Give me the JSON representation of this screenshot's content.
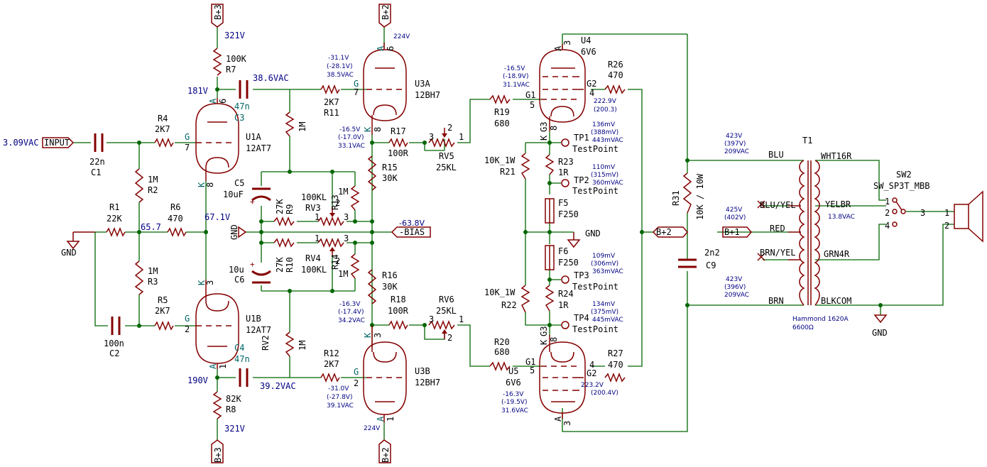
{
  "input": {
    "label": "INPUT",
    "vac": "3.09VAC"
  },
  "c1": {
    "ref": "C1",
    "value": "22n"
  },
  "c2": {
    "ref": "C2",
    "value": "100n"
  },
  "c3": {
    "ref": "C3",
    "value": "47n",
    "vac": "38.6VAC"
  },
  "c4": {
    "ref": "C4",
    "value": "47n",
    "vac": "39.2VAC"
  },
  "c5": {
    "ref": "C5",
    "value": "10uF"
  },
  "c6": {
    "ref": "C6",
    "value": "10u"
  },
  "c9": {
    "ref": "C9",
    "value": "2n2"
  },
  "r1": {
    "ref": "R1",
    "value": "22K"
  },
  "r2": {
    "ref": "R2",
    "value": "1M"
  },
  "r3": {
    "ref": "R3",
    "value": "1M"
  },
  "r4": {
    "ref": "R4",
    "value": "2K7"
  },
  "r5": {
    "ref": "R5",
    "value": "2K7"
  },
  "r6": {
    "ref": "R6",
    "value": "470"
  },
  "r7": {
    "ref": "R7",
    "value": "100K"
  },
  "r8": {
    "ref": "R8",
    "value": "82K"
  },
  "r9": {
    "ref": "R9",
    "value": "27K"
  },
  "r10": {
    "ref": "R10",
    "value": "27K"
  },
  "r11": {
    "ref": "R11",
    "value": "2K7"
  },
  "r12": {
    "ref": "R12",
    "value": "2K7"
  },
  "r13": {
    "ref": "R13",
    "value": "1M"
  },
  "r14": {
    "ref": "R14",
    "value": "1M"
  },
  "r15": {
    "ref": "R15",
    "value": "30K"
  },
  "r16": {
    "ref": "R16",
    "value": "30K"
  },
  "r17": {
    "ref": "R17",
    "value": "100R"
  },
  "r18": {
    "ref": "R18",
    "value": "100R"
  },
  "r19": {
    "ref": "R19",
    "value": "680"
  },
  "r20": {
    "ref": "R20",
    "value": "680"
  },
  "r21": {
    "ref": "R21",
    "value": "10K_1W"
  },
  "r22": {
    "ref": "R22",
    "value": "10K_1W"
  },
  "r23": {
    "ref": "R23",
    "value": "1R"
  },
  "r24": {
    "ref": "R24",
    "value": "1R"
  },
  "r26": {
    "ref": "R26",
    "value": "470"
  },
  "r27": {
    "ref": "R27",
    "value": "470"
  },
  "r31": {
    "ref": "R31",
    "value": "10K / 10W"
  },
  "grid_r_upper": {
    "value": "1M"
  },
  "grid_r_lower": {
    "value": "1M"
  },
  "rv2": {
    "ref": "RV2"
  },
  "rv3": {
    "ref": "RV3",
    "value": "100KL"
  },
  "rv4": {
    "ref": "RV4",
    "value": "100KL"
  },
  "rv5": {
    "ref": "RV5",
    "value": "25KL"
  },
  "rv6": {
    "ref": "RV6",
    "value": "25KL"
  },
  "f5": {
    "ref": "F5",
    "value": "F250"
  },
  "f6": {
    "ref": "F6",
    "value": "F250"
  },
  "u1a": {
    "ref": "U1A",
    "value": "12AT7",
    "plate_v": "181V",
    "cathode_v": "67.1V"
  },
  "u1b": {
    "ref": "U1B",
    "value": "12AT7",
    "plate_v": "190V"
  },
  "u3a": {
    "ref": "U3A",
    "value": "12BH7",
    "plate_v": "224V",
    "grid_v1": "-31.1V",
    "grid_v2": "(-28.1V)",
    "grid_vac": "38.5VAC",
    "cath_v1": "-16.5V",
    "cath_v2": "(-17.0V)",
    "cath_vac": "33.1VAC"
  },
  "u3b": {
    "ref": "U3B",
    "value": "12BH7",
    "plate_v": "224V",
    "grid_v1": "-31.0V",
    "grid_v2": "(-27.8V)",
    "grid_vac": "39.1VAC",
    "cath_v1": "-16.3V",
    "cath_v2": "(-17.4V)",
    "cath_vac": "34.2VAC"
  },
  "u4": {
    "ref": "U4",
    "value": "6V6",
    "g1_v1": "-16.5V",
    "g1_v2": "(-18.9V)",
    "g1_vac": "31.1VAC",
    "g2_v1": "222.9V",
    "g2_v2": "(200.3)"
  },
  "u5": {
    "ref": "U5",
    "value": "6V6",
    "g1_v1": "-16.3V",
    "g1_v2": "(-19.5V)",
    "g1_vac": "31.6VAC",
    "g2_v1": "223.2V",
    "g2_v2": "(200.4V)"
  },
  "tp1": {
    "ref": "TP1",
    "value": "TestPoint",
    "m1": "136mV",
    "m2": "(388mV)",
    "m3": "443mVAC"
  },
  "tp2": {
    "ref": "TP2",
    "value": "TestPoint",
    "m1": "110mV",
    "m2": "(315mV)",
    "m3": "360mVAC"
  },
  "tp3": {
    "ref": "TP3",
    "value": "TestPoint",
    "m1": "109mV",
    "m2": "(306mV)",
    "m3": "363mVAC"
  },
  "tp4": {
    "ref": "TP4",
    "value": "TestPoint",
    "m1": "134mV",
    "m2": "(375mV)",
    "m3": "445mVAC"
  },
  "nets": {
    "b3": "B+3",
    "b2": "B+2",
    "b1": "B+1",
    "bias": "-BIAS",
    "bias_v": "-63.8V",
    "gnd": "GND",
    "v321": "321V",
    "v65": "65.7"
  },
  "t1": {
    "ref": "T1",
    "name": "Hammond 1620A",
    "impedance": "6600Ω",
    "blu": "BLU",
    "blu_v1": "423V",
    "blu_v2": "(397V)",
    "blu_vac": "209VAC",
    "bluyel": "BLU/YEL",
    "ct_v1": "425V",
    "ct_v2": "(402V)",
    "red": "RED",
    "brnyel": "BRN/YEL",
    "brn": "BRN",
    "brn_v1": "423V",
    "brn_v2": "(396V)",
    "brn_vac": "209VAC",
    "wht": "WHT16R",
    "yel": "YELBR",
    "sec_vac": "13.8VAC",
    "grn": "GRN4R",
    "blk": "BLKCOM"
  },
  "sw2": {
    "ref": "SW2",
    "value": "SW_SP3T_MBB"
  },
  "pins": {
    "u1a_g": "G",
    "u1a_gn": "7",
    "u1a_a": "A",
    "u1a_an": "6",
    "u1a_k": "K",
    "u1a_kn": "8",
    "u1b_g": "G",
    "u1b_gn": "2",
    "u1b_a": "A",
    "u1b_an": "1",
    "u1b_k": "K",
    "u1b_kn": "3",
    "u3a_g": "G",
    "u3a_gn": "7",
    "u3a_a": "A",
    "u3a_an": "6",
    "u3a_k": "K",
    "u3a_kn": "8",
    "u3b_g": "G",
    "u3b_gn": "2",
    "u3b_a": "A",
    "u3b_an": "1",
    "u3b_k": "K",
    "u3b_kn": "3",
    "u4_g1": "G1",
    "u4_g1n": "5",
    "u4_g2": "G2",
    "u4_g2n": "4",
    "u4_a": "A",
    "u4_an": "3",
    "u4_g3": "G3",
    "u4_k": "K",
    "u4_kn": "8",
    "u5_g1": "G1",
    "u5_g1n": "5",
    "u5_g2": "G2",
    "u5_g2n": "4",
    "u5_a": "A",
    "u5_an": "3",
    "u5_g3": "G3",
    "u5_k": "K",
    "u5_kn": "8",
    "sw_1": "1",
    "sw_2": "2",
    "sw_3": "3",
    "sw_4": "4",
    "spk_1": "1",
    "spk_2": "2",
    "rv_1": "1",
    "rv_2": "2",
    "rv_3": "3"
  }
}
